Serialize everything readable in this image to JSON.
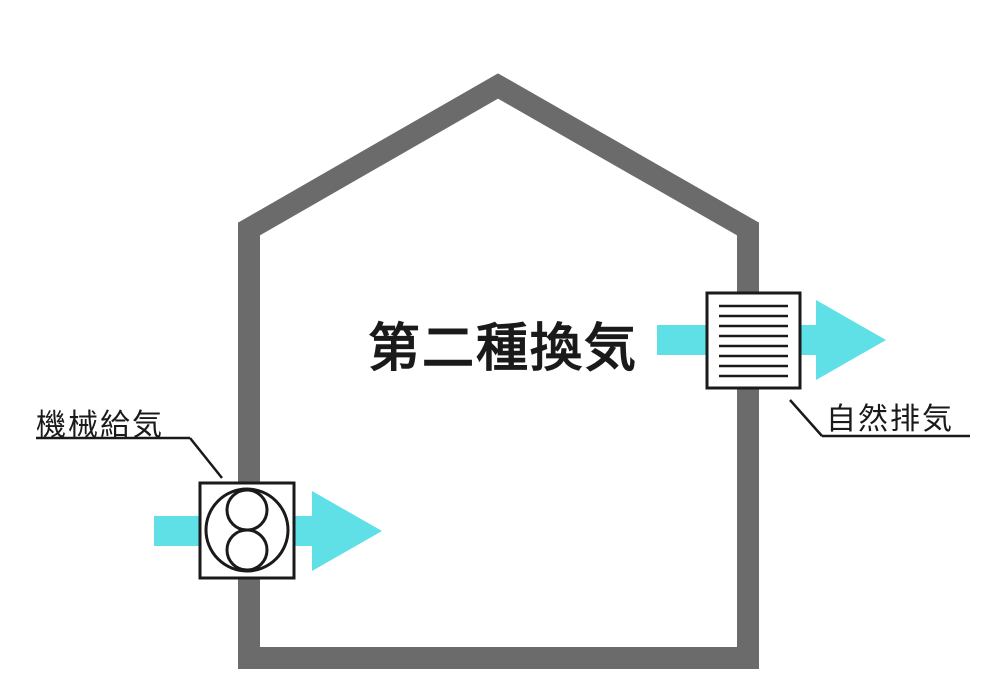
{
  "diagram": {
    "title": "第二種換気",
    "supply": {
      "label": "機械給気",
      "icon": "fan-icon"
    },
    "exhaust": {
      "label": "自然排気",
      "icon": "vent-grille-icon"
    }
  },
  "colors": {
    "wall": "#6b6b6b",
    "airflow": "#5ee0e6",
    "outline": "#1a1a1a",
    "background": "#ffffff"
  }
}
